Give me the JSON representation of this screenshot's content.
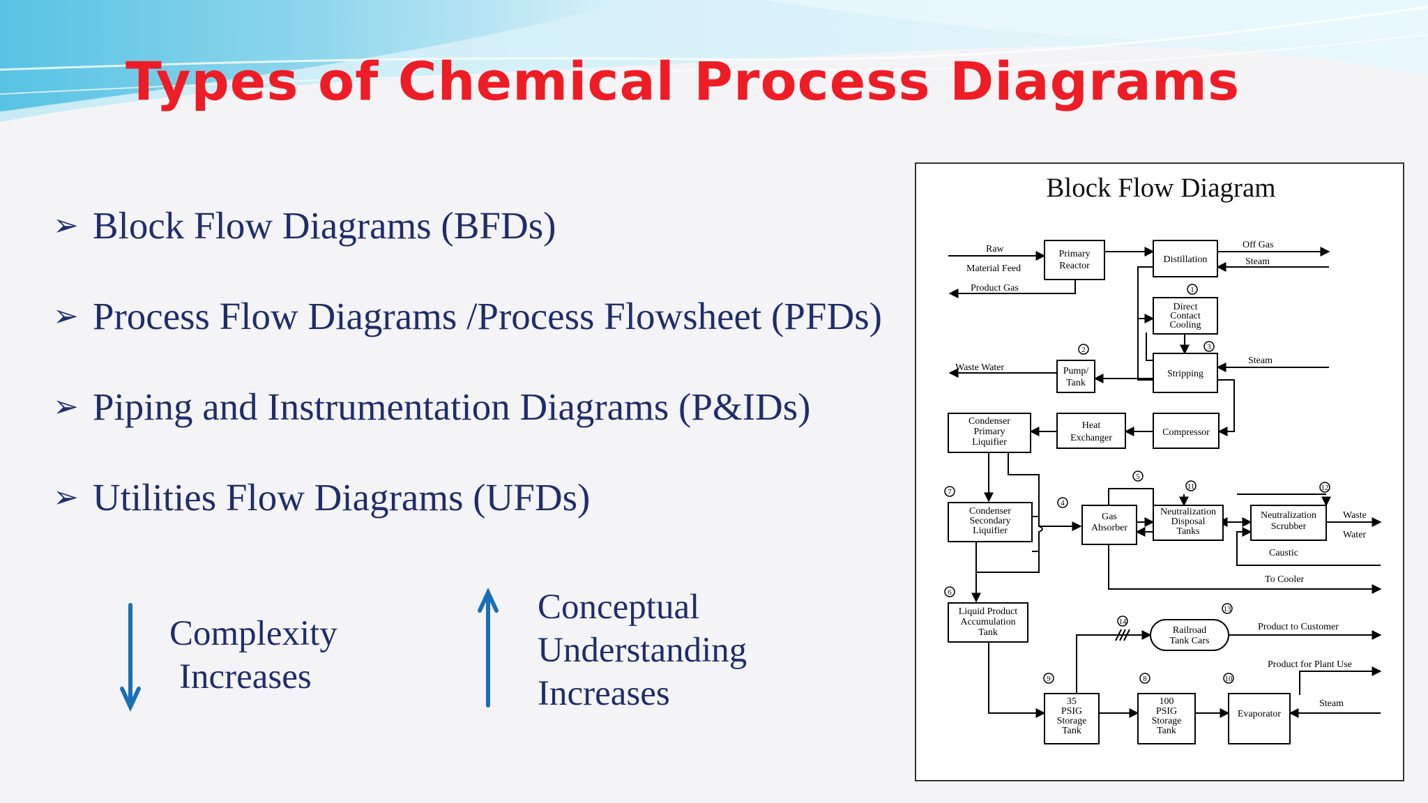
{
  "slide": {
    "title": "Types of Chemical Process Diagrams",
    "bullets": [
      {
        "text": "Block Flow Diagrams  (BFDs)"
      },
      {
        "text": "Process Flow Diagrams /Process Flowsheet  (PFDs)"
      },
      {
        "text": "Piping and Instrumentation Diagrams  (P&IDs)"
      },
      {
        "text": "Utilities Flow Diagrams  (UFDs)"
      }
    ],
    "bullet_glyph": "➢",
    "complexity": {
      "line1": "Complexity",
      "line2": "Increases",
      "direction": "down"
    },
    "conceptual": {
      "line1": "Conceptual",
      "line2": "Understanding",
      "line3": "Increases",
      "direction": "up"
    },
    "colors": {
      "title": "#ee1c25",
      "text": "#1f2d6b",
      "arrow": "#1a6fb5",
      "wave_light": "#9fdcef",
      "wave_dark": "#3fb4d8"
    }
  },
  "diagram": {
    "title": "Block Flow Diagram",
    "blocks": {
      "primary_reactor": [
        "Primary",
        "Reactor"
      ],
      "distillation": [
        "Distillation"
      ],
      "direct_contact_cooling": [
        "Direct",
        "Contact",
        "Cooling"
      ],
      "pump_tank": [
        "Pump/",
        "Tank"
      ],
      "stripping": [
        "Stripping"
      ],
      "condenser_primary": [
        "Condenser",
        "Primary",
        "Liquifier"
      ],
      "heat_exchanger": [
        "Heat",
        "Exchanger"
      ],
      "compressor": [
        "Compressor"
      ],
      "condenser_secondary": [
        "Condenser",
        "Secondary",
        "Liquifier"
      ],
      "gas_absorber": [
        "Gas",
        "Absorber"
      ],
      "neutralization_disposal": [
        "Neutralization",
        "Disposal",
        "Tanks"
      ],
      "neutralization_scrubber": [
        "Neutralization",
        "Scrubber"
      ],
      "liquid_product": [
        "Liquid Product",
        "Accumulation",
        "Tank"
      ],
      "railroad_tank_cars": [
        "Railroad",
        "Tank Cars"
      ],
      "storage_35": [
        "35",
        "PSIG",
        "Storage",
        "Tank"
      ],
      "storage_100": [
        "100",
        "PSIG",
        "Storage",
        "Tank"
      ],
      "evaporator": [
        "Evaporator"
      ]
    },
    "streams": {
      "raw": "Raw",
      "material_feed": "Material Feed",
      "product_gas": "Product Gas",
      "off_gas": "Off Gas",
      "steam_top": "Steam",
      "steam_stripping": "Steam",
      "waste_water_left": "Waste Water",
      "waste": "Waste",
      "water": "Water",
      "caustic": "Caustic",
      "to_cooler": "To Cooler",
      "product_to_customer": "Product to Customer",
      "product_for_plant_use": "Product for Plant Use",
      "steam_evaporator": "Steam"
    },
    "markers": [
      "1",
      "2",
      "3",
      "4",
      "5",
      "6",
      "7",
      "8",
      "9",
      "10",
      "11",
      "12",
      "13",
      "14"
    ]
  }
}
